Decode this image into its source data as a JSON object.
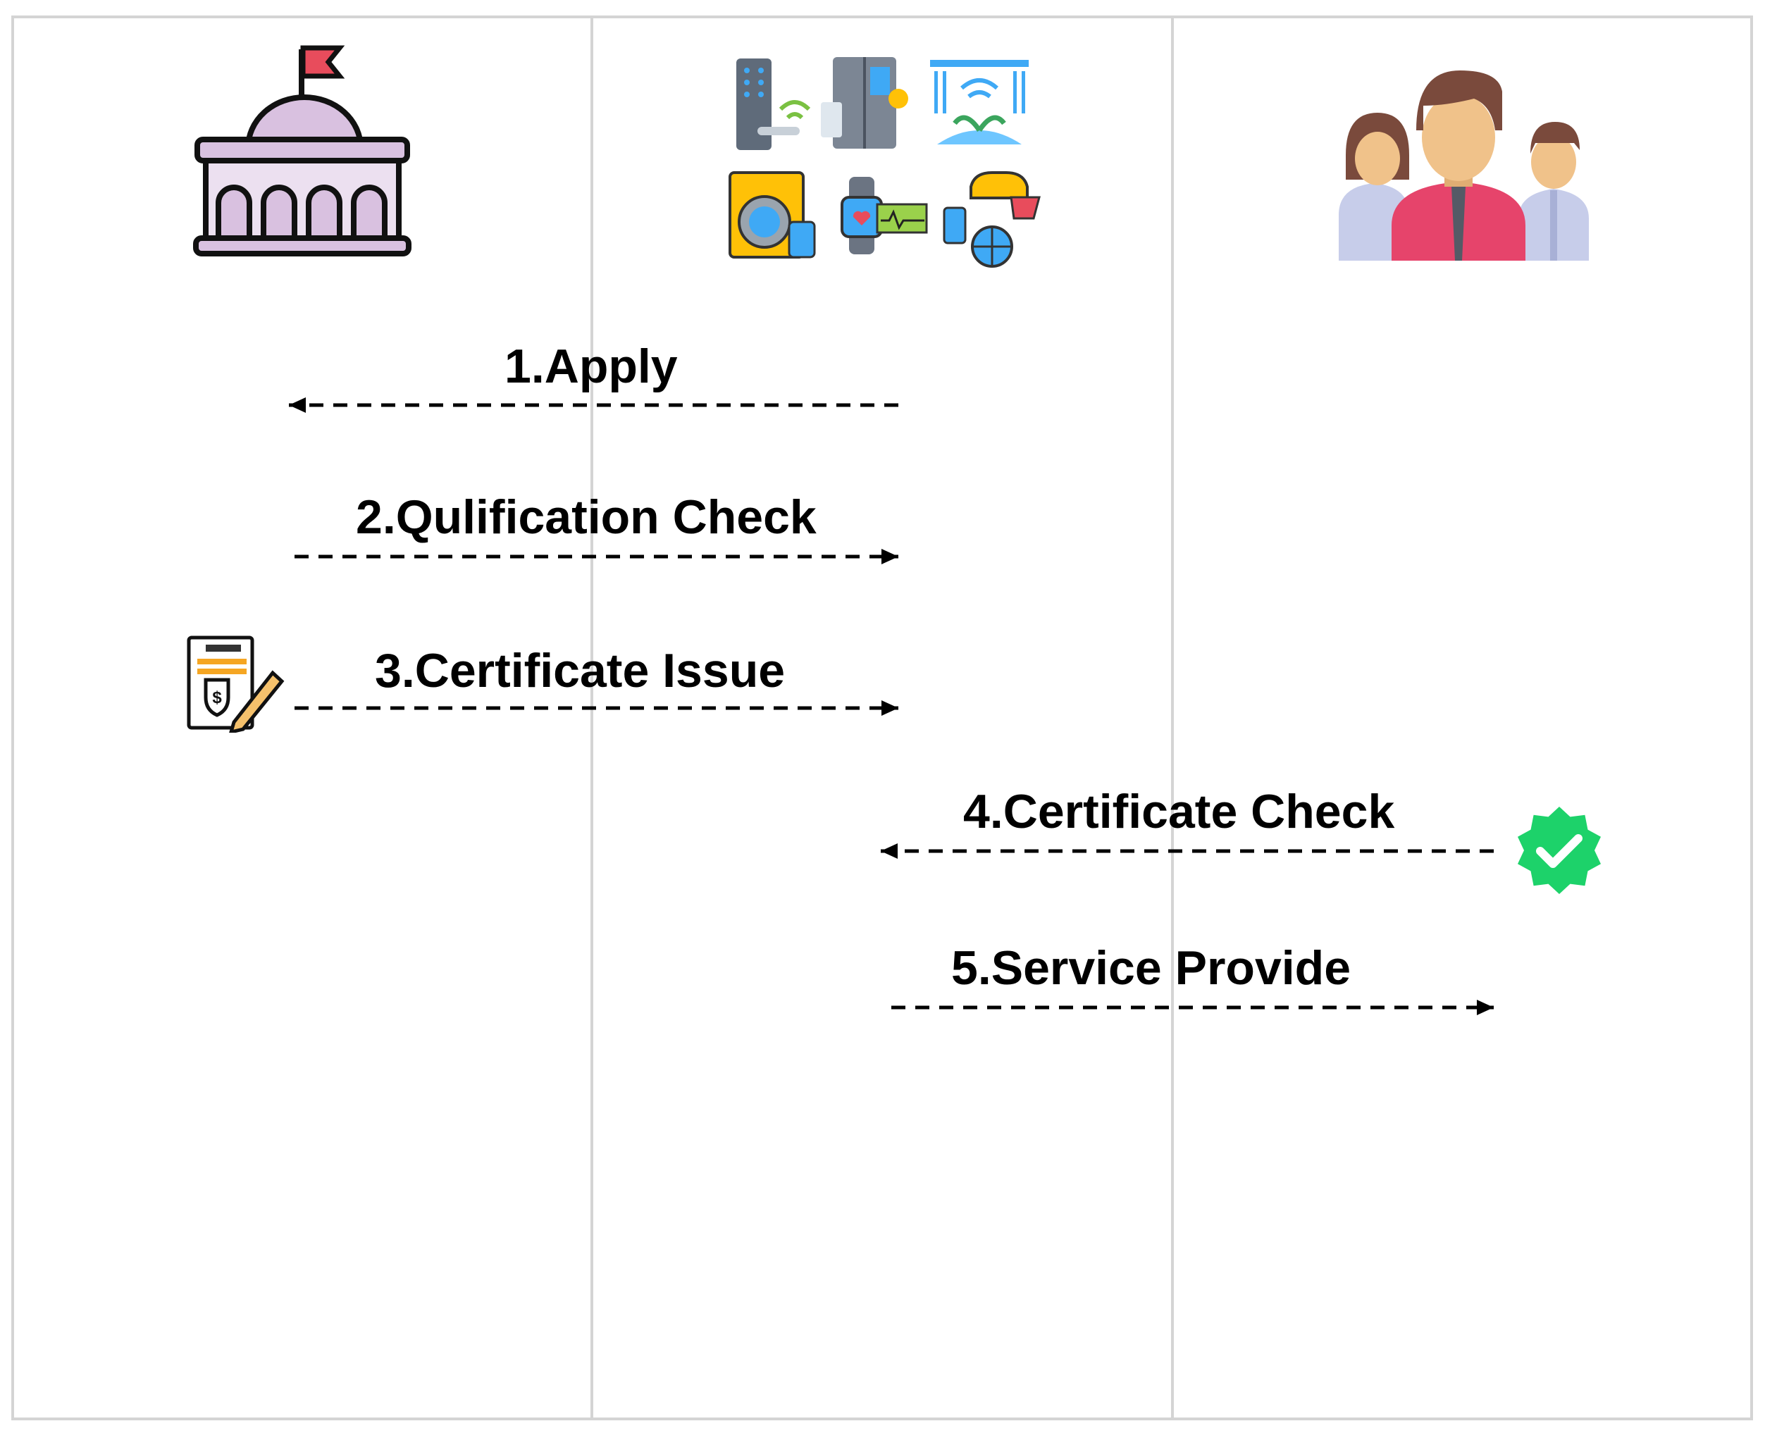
{
  "lanes": [
    {
      "id": "government",
      "icon": "government-building-icon"
    },
    {
      "id": "iot-devices",
      "icon": "iot-devices-icon"
    },
    {
      "id": "users",
      "icon": "users-group-icon"
    }
  ],
  "steps": [
    {
      "label": "1.Apply",
      "direction": "left"
    },
    {
      "label": "2.Qulification Check",
      "direction": "right"
    },
    {
      "label": "3.Certificate Issue",
      "direction": "right",
      "icon": "certificate-sign-icon"
    },
    {
      "label": "4.Certificate Check",
      "direction": "left",
      "icon": "verified-badge-icon"
    },
    {
      "label": "5.Service Provide",
      "direction": "right"
    }
  ],
  "colors": {
    "lane_border": "#d4d4d4",
    "arrow": "#000000",
    "dome": "#d9c1e0",
    "flag": "#e84c5c",
    "verified": "#1dd26a",
    "shirt": "#e6446b",
    "skin": "#f0c28a",
    "hair": "#7a4a3c"
  }
}
